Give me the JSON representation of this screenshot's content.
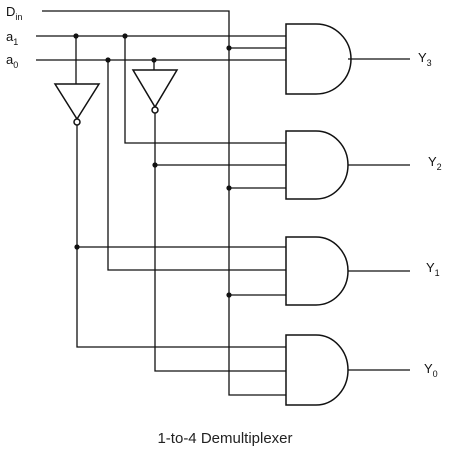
{
  "caption": "1-to-4 Demultiplexer",
  "inputs": {
    "din": {
      "main": "D",
      "sub": "in"
    },
    "a1": {
      "main": "a",
      "sub": "1"
    },
    "a0": {
      "main": "a",
      "sub": "0"
    }
  },
  "outputs": {
    "y3": {
      "main": "Y",
      "sub": "3"
    },
    "y2": {
      "main": "Y",
      "sub": "2"
    },
    "y1": {
      "main": "Y",
      "sub": "1"
    },
    "y0": {
      "main": "Y",
      "sub": "0"
    }
  },
  "colors": {
    "ink": "#111111",
    "background": "#ffffff"
  }
}
